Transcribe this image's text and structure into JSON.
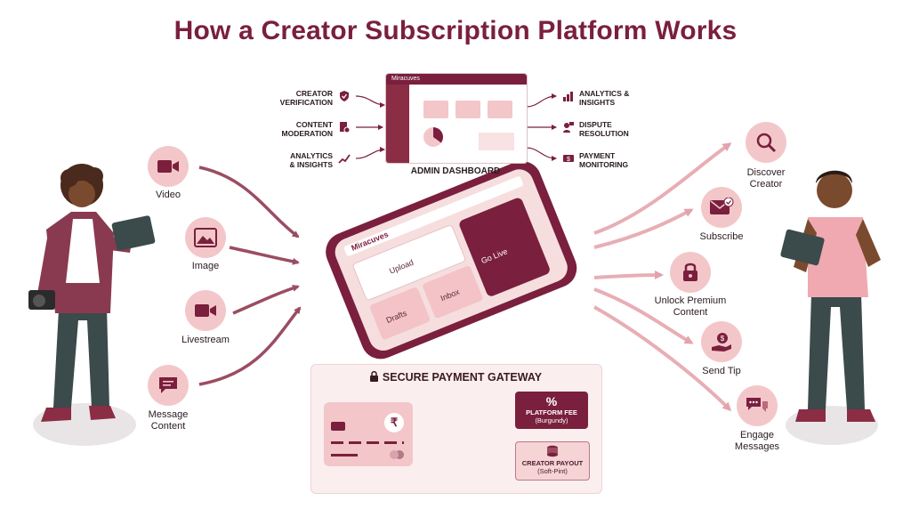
{
  "title": "How a Creator Subscription Platform Works",
  "admin": {
    "brand": "Miracuves",
    "label": "ADMIN DASHBOARD",
    "left_items": [
      "CREATOR\nVERIFICATION",
      "CONTENT\nMODERATION",
      "ANALYTICS\n& INSIGHTS"
    ],
    "right_items": [
      "ANALYTICS &\nINSIGHTS",
      "DISPUTE\nRESOLUTION",
      "PAYMENT\nMONITORING"
    ]
  },
  "inputs": [
    {
      "label": "Video",
      "icon": "video-camera-icon"
    },
    {
      "label": "Image",
      "icon": "image-icon"
    },
    {
      "label": "Livestream",
      "icon": "livestream-camera-icon"
    },
    {
      "label": "Message\nContent",
      "icon": "message-icon"
    }
  ],
  "phone": {
    "brand": "Miracuves",
    "tiles": [
      "Upload",
      "Drafts",
      "Go Live",
      "Inbox"
    ]
  },
  "outputs": [
    {
      "label": "Discover\nCreator",
      "icon": "search-icon"
    },
    {
      "label": "Subscribe",
      "icon": "envelope-check-icon"
    },
    {
      "label": "Unlock Premium\nContent",
      "icon": "padlock-icon"
    },
    {
      "label": "Send Tip",
      "icon": "tip-hand-icon"
    },
    {
      "label": "Engage\nMessages",
      "icon": "chat-bubbles-icon"
    }
  ],
  "gateway": {
    "title": "SECURE PAYMENT GATEWAY",
    "card_symbol": "₹",
    "fee_symbol": "%",
    "fee_title": "PLATFORM FEE",
    "fee_sub": "(Burgundy)",
    "payout_title": "CREATOR PAYOUT",
    "payout_sub": "(Soft-Pint)"
  },
  "colors": {
    "burgundy": "#7a1f3d",
    "pink": "#f3c7c9",
    "arrow": "#9b4d62",
    "light_arrow": "#e8aeb5"
  }
}
